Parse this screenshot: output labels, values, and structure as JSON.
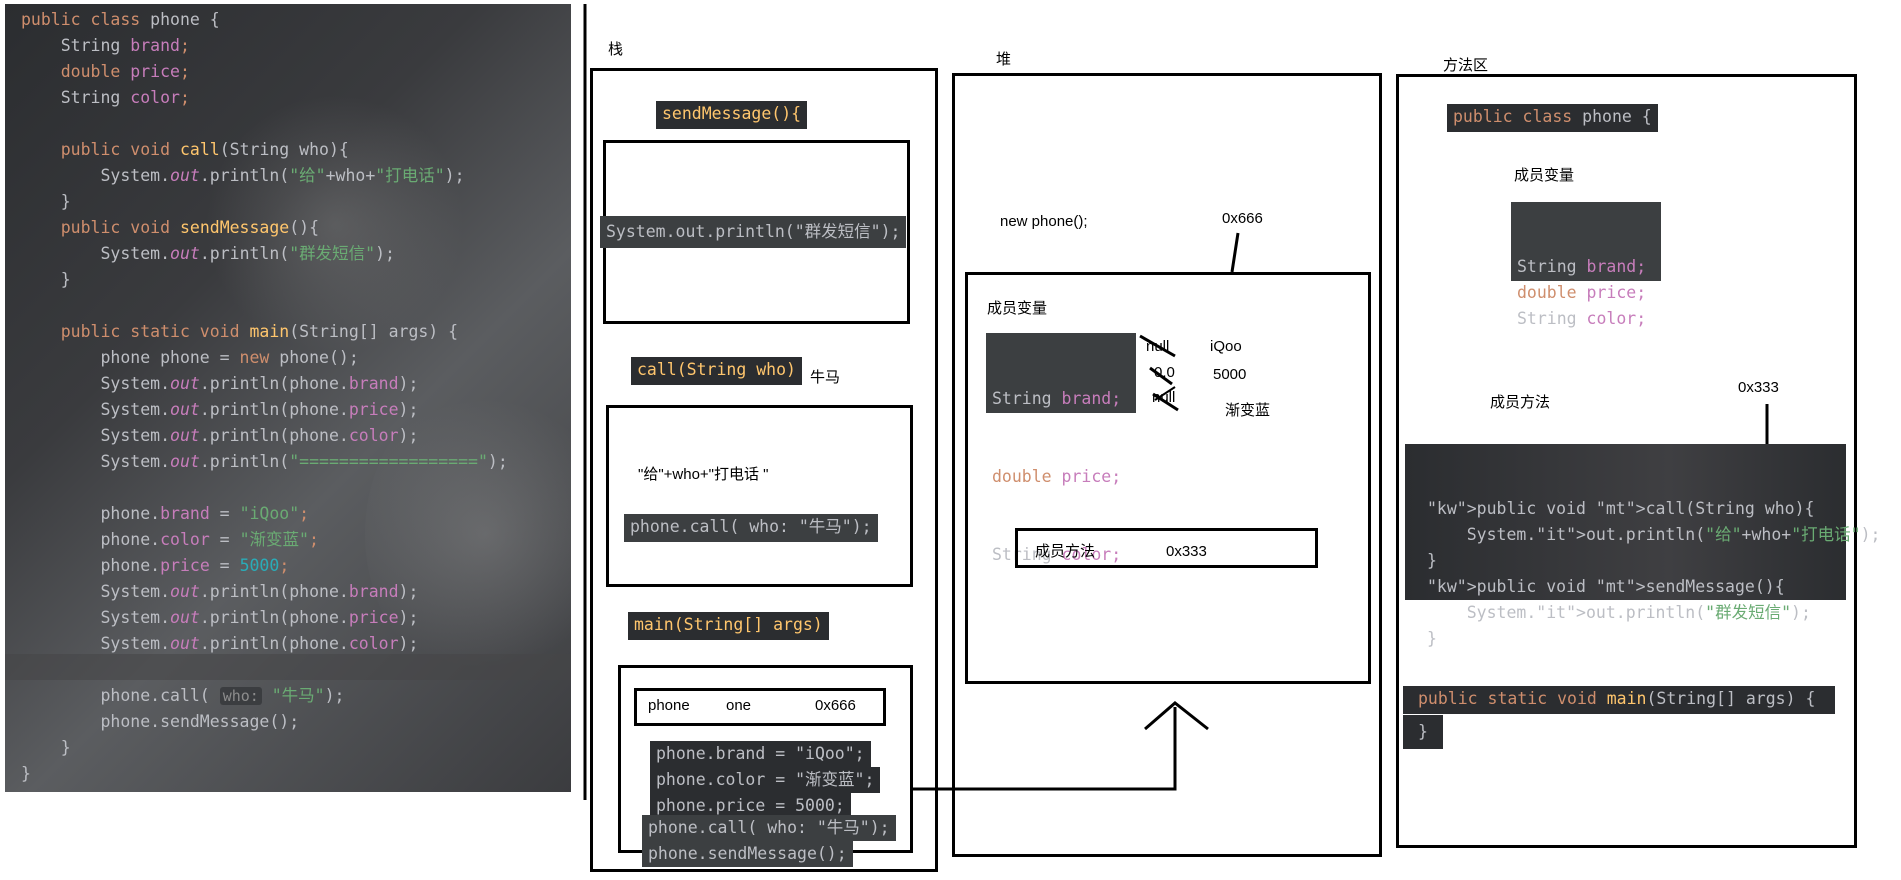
{
  "ide_code": {
    "lines": [
      [
        {
          "t": "public class ",
          "c": "kw"
        },
        {
          "t": "phone {",
          "c": ""
        }
      ],
      [
        {
          "t": "    String ",
          "c": ""
        },
        {
          "t": "brand",
          "c": "fd"
        },
        {
          "t": ";",
          "c": "kw"
        }
      ],
      [
        {
          "t": "    double ",
          "c": "kw"
        },
        {
          "t": "price",
          "c": "fd"
        },
        {
          "t": ";",
          "c": "kw"
        }
      ],
      [
        {
          "t": "    String ",
          "c": ""
        },
        {
          "t": "color",
          "c": "fd"
        },
        {
          "t": ";",
          "c": "kw"
        }
      ],
      [
        {
          "t": "",
          "c": ""
        }
      ],
      [
        {
          "t": "    public void ",
          "c": "kw"
        },
        {
          "t": "call",
          "c": "mt"
        },
        {
          "t": "(String who){",
          "c": ""
        }
      ],
      [
        {
          "t": "        System.",
          "c": ""
        },
        {
          "t": "out",
          "c": "it"
        },
        {
          "t": ".println(",
          "c": ""
        },
        {
          "t": "\"给\"",
          "c": "st"
        },
        {
          "t": "+who+",
          "c": ""
        },
        {
          "t": "\"打电话\"",
          "c": "st"
        },
        {
          "t": ");",
          "c": ""
        }
      ],
      [
        {
          "t": "    }",
          "c": ""
        }
      ],
      [
        {
          "t": "    public void ",
          "c": "kw"
        },
        {
          "t": "sendMessage",
          "c": "mt"
        },
        {
          "t": "(){",
          "c": ""
        }
      ],
      [
        {
          "t": "        System.",
          "c": ""
        },
        {
          "t": "out",
          "c": "it"
        },
        {
          "t": ".println(",
          "c": ""
        },
        {
          "t": "\"群发短信\"",
          "c": "st"
        },
        {
          "t": ");",
          "c": ""
        }
      ],
      [
        {
          "t": "    }",
          "c": ""
        }
      ],
      [
        {
          "t": "",
          "c": ""
        }
      ],
      [
        {
          "t": "    public static void ",
          "c": "kw"
        },
        {
          "t": "main",
          "c": "mt"
        },
        {
          "t": "(String[] args) {",
          "c": ""
        }
      ],
      [
        {
          "t": "        phone phone = ",
          "c": ""
        },
        {
          "t": "new ",
          "c": "kw"
        },
        {
          "t": "phone();",
          "c": ""
        }
      ],
      [
        {
          "t": "        System.",
          "c": ""
        },
        {
          "t": "out",
          "c": "it"
        },
        {
          "t": ".println(phone.",
          "c": ""
        },
        {
          "t": "brand",
          "c": "fd"
        },
        {
          "t": ");",
          "c": ""
        }
      ],
      [
        {
          "t": "        System.",
          "c": ""
        },
        {
          "t": "out",
          "c": "it"
        },
        {
          "t": ".println(phone.",
          "c": ""
        },
        {
          "t": "price",
          "c": "fd"
        },
        {
          "t": ");",
          "c": ""
        }
      ],
      [
        {
          "t": "        System.",
          "c": ""
        },
        {
          "t": "out",
          "c": "it"
        },
        {
          "t": ".println(phone.",
          "c": ""
        },
        {
          "t": "color",
          "c": "fd"
        },
        {
          "t": ");",
          "c": ""
        }
      ],
      [
        {
          "t": "        System.",
          "c": ""
        },
        {
          "t": "out",
          "c": "it"
        },
        {
          "t": ".println(",
          "c": ""
        },
        {
          "t": "\"==================\"",
          "c": "st"
        },
        {
          "t": ");",
          "c": ""
        }
      ],
      [
        {
          "t": "",
          "c": ""
        }
      ],
      [
        {
          "t": "        phone.",
          "c": ""
        },
        {
          "t": "brand",
          "c": "fd"
        },
        {
          "t": " = ",
          "c": ""
        },
        {
          "t": "\"iQoo\"",
          "c": "st"
        },
        {
          "t": ";",
          "c": "kw"
        }
      ],
      [
        {
          "t": "        phone.",
          "c": ""
        },
        {
          "t": "color",
          "c": "fd"
        },
        {
          "t": " = ",
          "c": ""
        },
        {
          "t": "\"渐变蓝\"",
          "c": "st"
        },
        {
          "t": ";",
          "c": "kw"
        }
      ],
      [
        {
          "t": "        phone.",
          "c": ""
        },
        {
          "t": "price",
          "c": "fd"
        },
        {
          "t": " = ",
          "c": ""
        },
        {
          "t": "5000",
          "c": "nm"
        },
        {
          "t": ";",
          "c": "kw"
        }
      ],
      [
        {
          "t": "        System.",
          "c": ""
        },
        {
          "t": "out",
          "c": "it"
        },
        {
          "t": ".println(phone.",
          "c": ""
        },
        {
          "t": "brand",
          "c": "fd"
        },
        {
          "t": ");",
          "c": ""
        }
      ],
      [
        {
          "t": "        System.",
          "c": ""
        },
        {
          "t": "out",
          "c": "it"
        },
        {
          "t": ".println(phone.",
          "c": ""
        },
        {
          "t": "price",
          "c": "fd"
        },
        {
          "t": ");",
          "c": ""
        }
      ],
      [
        {
          "t": "        System.",
          "c": ""
        },
        {
          "t": "out",
          "c": "it"
        },
        {
          "t": ".println(phone.",
          "c": ""
        },
        {
          "t": "color",
          "c": "fd"
        },
        {
          "t": ");",
          "c": ""
        }
      ],
      [
        {
          "t": "",
          "c": ""
        }
      ],
      [
        {
          "t": "        phone.call( ",
          "c": ""
        },
        {
          "t": "who:",
          "c": "hint"
        },
        {
          "t": " ",
          "c": ""
        },
        {
          "t": "\"牛马\"",
          "c": "st"
        },
        {
          "t": ");",
          "c": ""
        }
      ],
      [
        {
          "t": "        phone.sendMessage();",
          "c": ""
        }
      ],
      [
        {
          "t": "    }",
          "c": ""
        }
      ],
      [
        {
          "t": "}",
          "c": ""
        }
      ]
    ]
  },
  "stack": {
    "title": "栈",
    "frame_send": {
      "header": "sendMessage(){",
      "body": "System.out.println(\"群发短信\");"
    },
    "frame_call": {
      "header": "call(String who)",
      "arg": "牛马",
      "expr": "\"给\"+who+\"打电话 \"",
      "body": "phone.call( who: \"牛马\");"
    },
    "frame_main": {
      "header": "main(String[] args)",
      "var_type": "phone",
      "var_name": "one",
      "var_addr": "0x666",
      "lines": [
        "phone.brand = \"iQoo\";",
        "phone.color = \"渐变蓝\";",
        "phone.price = 5000;",
        "phone.call( who: \"牛马\");",
        "phone.sendMessage();"
      ]
    }
  },
  "heap": {
    "title": "堆",
    "new_expr": "new  phone();",
    "addr": "0x666",
    "fields_label": "成员变量",
    "fields": [
      {
        "decl_type": "String ",
        "decl_name": "brand;",
        "old": "null",
        "new": "iQoo"
      },
      {
        "decl_type": "double ",
        "decl_name": "price;",
        "old": "0.0",
        "new": "5000"
      },
      {
        "decl_type": "String ",
        "decl_name": "color;",
        "old": "null",
        "new": "渐变蓝"
      }
    ],
    "methods_label": "成员方法",
    "methods_addr": "0x333"
  },
  "method_area": {
    "title": "方法区",
    "class_header": "public class phone {",
    "fields_label": "成员变量",
    "fields": [
      "String brand;",
      "double price;",
      "String color;"
    ],
    "methods_label": "成员方法",
    "methods_addr": "0x333",
    "methods_code": [
      "public void call(String who){",
      "    System.out.println(\"给\"+who+\"打电话\");",
      "}",
      "public void sendMessage(){",
      "    System.out.println(\"群发短信\");",
      "}"
    ],
    "main_header": "public static void main(String[] args) {",
    "main_close": "}"
  }
}
